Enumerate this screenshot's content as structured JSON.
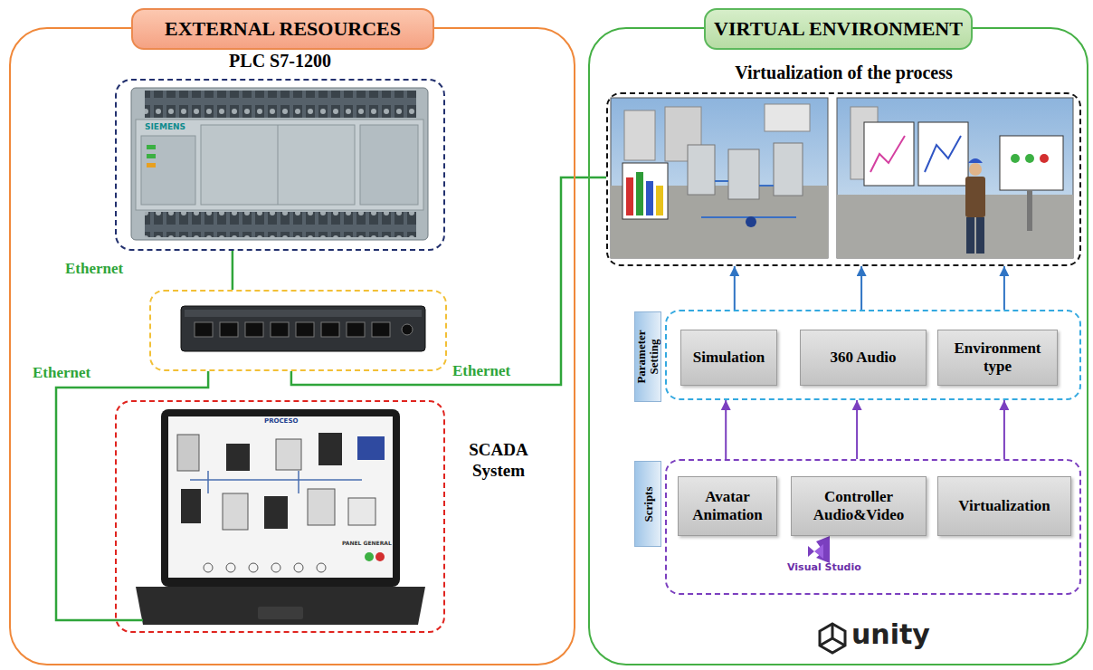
{
  "diagram": {
    "nodes": [
      {
        "text": [
          "EXTERNAL RESOURCES"
        ]
      },
      {
        "text": [
          "PLC S7-1200"
        ],
        "in": 0
      },
      {
        "text": [],
        "in": 0
      },
      {
        "text": [
          "SCADA System"
        ],
        "in": 0
      },
      {
        "text": [
          "VIRTUAL ENVIRONMENT"
        ]
      },
      {
        "text": [
          "Virtualization of the process"
        ],
        "in": 4
      },
      {
        "text": [
          "Parameter Setting"
        ],
        "in": 4
      },
      {
        "text": [
          "Simulation"
        ],
        "in": 6
      },
      {
        "text": [
          "360 Audio"
        ],
        "in": 6
      },
      {
        "text": [
          "Environment type"
        ],
        "in": 6
      },
      {
        "text": [
          "Scripts"
        ],
        "in": 4
      },
      {
        "text": [
          "Avatar Animation"
        ],
        "in": 10
      },
      {
        "text": [
          "Controller Audio&Video"
        ],
        "in": 10
      },
      {
        "text": [
          "Virtualization"
        ],
        "in": 10
      }
    ],
    "edges": [
      {
        "from": 1,
        "to": 2,
        "label": "Ethernet",
        "arrow": "none"
      },
      {
        "from": 2,
        "to": 3,
        "label": "Ethernet",
        "arrow": "none"
      },
      {
        "from": 2,
        "to": 5,
        "label": "Ethernet",
        "arrow": "none"
      },
      {
        "from": 10,
        "to": 6,
        "arrow": "to"
      },
      {
        "from": 10,
        "to": 6,
        "arrow": "to"
      },
      {
        "from": 10,
        "to": 6,
        "arrow": "to"
      },
      {
        "from": 6,
        "to": 5,
        "arrow": "to"
      },
      {
        "from": 6,
        "to": 5,
        "arrow": "to"
      },
      {
        "from": 6,
        "to": 5,
        "arrow": "to"
      }
    ],
    "labels": [
      "SIEMENS",
      "PROCESO",
      "PANEL GENERAL",
      "Visual Studio",
      "unity"
    ]
  }
}
